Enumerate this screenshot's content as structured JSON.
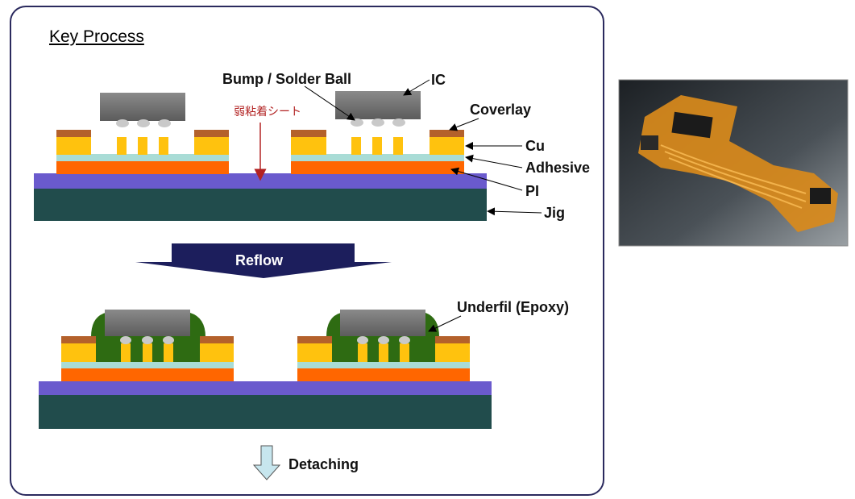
{
  "title": "Key Process",
  "labels": {
    "bump": "Bump / Solder Ball",
    "ic": "IC",
    "sheet": "弱粘着シート",
    "coverlay": "Coverlay",
    "cu": "Cu",
    "adhesive": "Adhesive",
    "pi": "PI",
    "jig": "Jig",
    "reflow": "Reflow",
    "underfill": "Underfil (Epoxy)",
    "detaching": "Detaching"
  },
  "colors": {
    "border": "#2b2a5e",
    "jig": "#214c4c",
    "pi": "#6a5acd",
    "pi_layer": "#ff6600",
    "adhesive": "#a9dcd6",
    "cu": "#ffc20e",
    "coverlay": "#b4612b",
    "ic": "#6d6d6d",
    "bump": "#c9c9c9",
    "underfill": "#2e6b12",
    "reflow_arrow": "#1c1e5c",
    "detach_arrow": "#c7e6ee",
    "sheet_arrow": "#b22222"
  }
}
